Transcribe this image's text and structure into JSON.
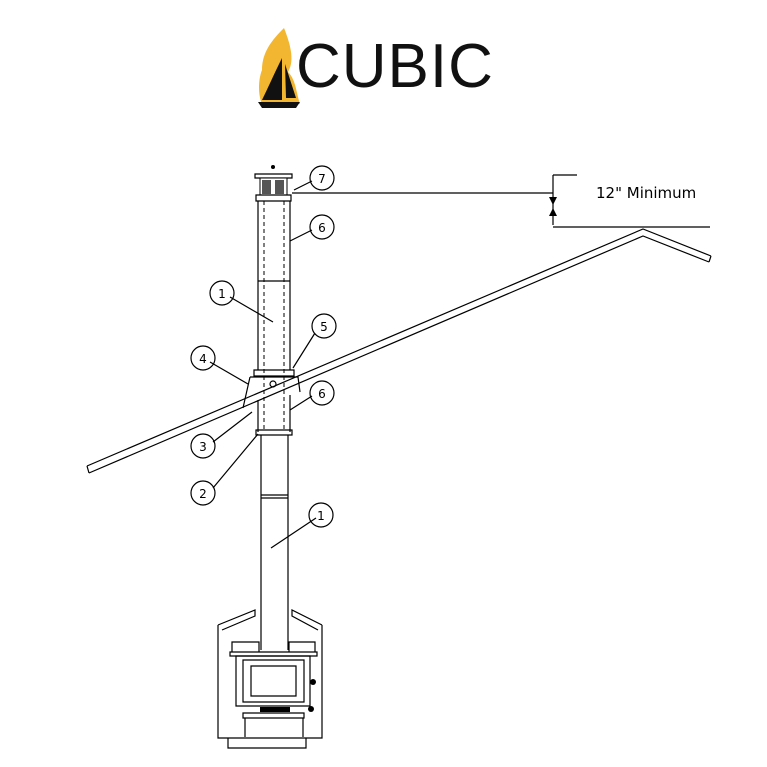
{
  "logo": {
    "text": "CUBIC",
    "flame_color": "#F2B631",
    "ink_color": "#111111"
  },
  "dimension": {
    "label": "12\" Minimum"
  },
  "callouts": [
    "7",
    "6",
    "1",
    "5",
    "4",
    "6",
    "3",
    "2",
    "1"
  ]
}
